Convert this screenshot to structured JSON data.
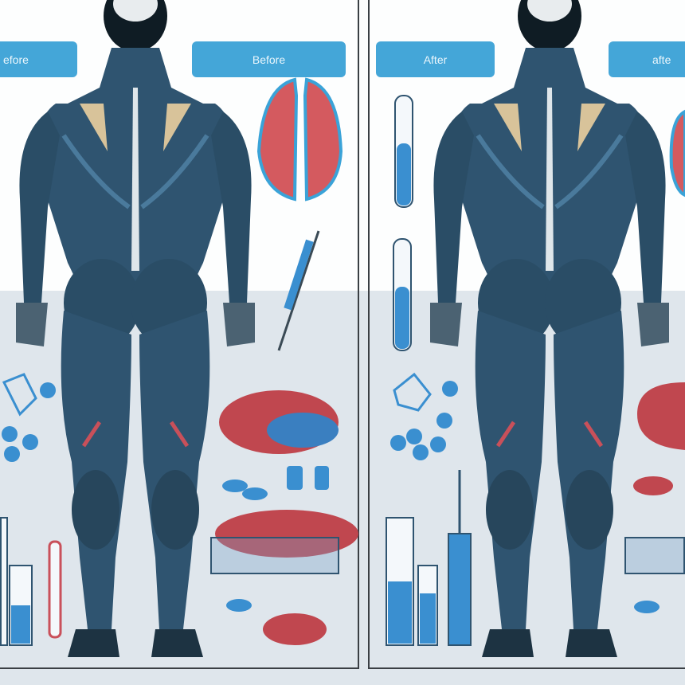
{
  "labels": {
    "left_cut": "efore",
    "left": "Before",
    "right": "After",
    "right_cut": "afte"
  },
  "colors": {
    "label_bg": "#44a6d8",
    "muscle": "#2f5470",
    "muscle_light": "#4a7a9c",
    "tendon": "#d8c39a",
    "accent_red": "#c9505a",
    "accent_blue": "#3a8fd0",
    "background_lower": "#dfe6ec"
  },
  "icons": [
    "anatomy-figure-back",
    "lungs-icon",
    "test-tube-icon",
    "syringe-icon",
    "molecule-icon",
    "pill-icon",
    "bowl-icon"
  ]
}
